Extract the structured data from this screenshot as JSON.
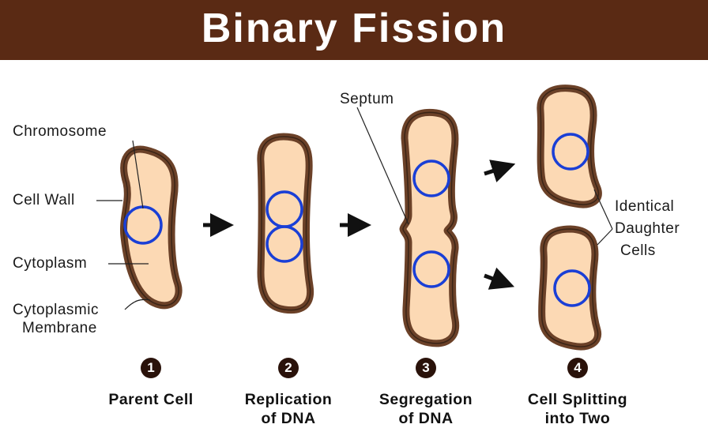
{
  "title": "Binary Fission",
  "colors": {
    "header_bg": "#5a2a14",
    "cell_wall": "#6b4128",
    "cytoplasm": "#fcd9b4",
    "membrane": "#3a2416",
    "dna": "#1a3fd6",
    "arrow": "#111111"
  },
  "labels": {
    "chromosome": "Chromosome",
    "cell_wall": "Cell Wall",
    "cytoplasm": "Cytoplasm",
    "cytoplasmic_membrane_line1": "Cytoplasmic",
    "cytoplasmic_membrane_line2": "Membrane",
    "septum": "Septum",
    "identical": "Identical",
    "daughter": "Daughter",
    "cells": "Cells"
  },
  "steps": [
    {
      "number": "1",
      "line1": "Parent Cell",
      "line2": ""
    },
    {
      "number": "2",
      "line1": "Replication",
      "line2": "of DNA"
    },
    {
      "number": "3",
      "line1": "Segregation",
      "line2": "of DNA"
    },
    {
      "number": "4",
      "line1": "Cell Splitting",
      "line2": "into Two"
    }
  ]
}
